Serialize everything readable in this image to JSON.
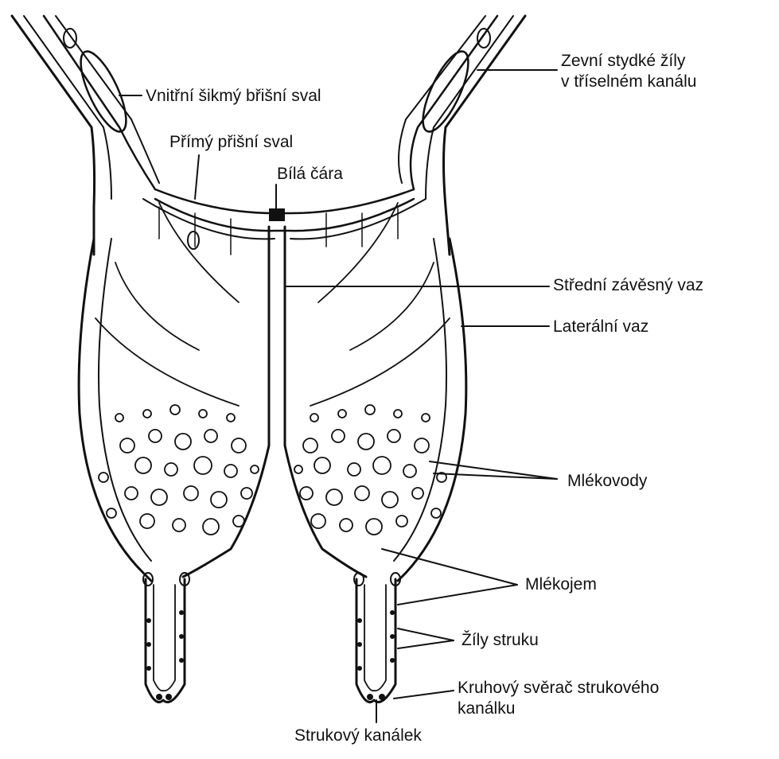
{
  "labels": {
    "external_veins": "Zevní stydké žíly",
    "external_veins_2": "v tříselném kanálu",
    "internal_oblique": "Vnitřní šikmý břišní sval",
    "rectus": "Přímý přišní sval",
    "linea_alba": "Bílá čára",
    "median_ligament": "Střední závěsný vaz",
    "lateral_ligament": "Laterální vaz",
    "milk_ducts": "Mlékovody",
    "gland_cistern": "Mlékojem",
    "teat_veins": "Žíly struku",
    "sphincter": "Kruhový svěrač strukového",
    "sphincter_2": "kanálku",
    "teat_canal": "Strukový kanálek"
  }
}
